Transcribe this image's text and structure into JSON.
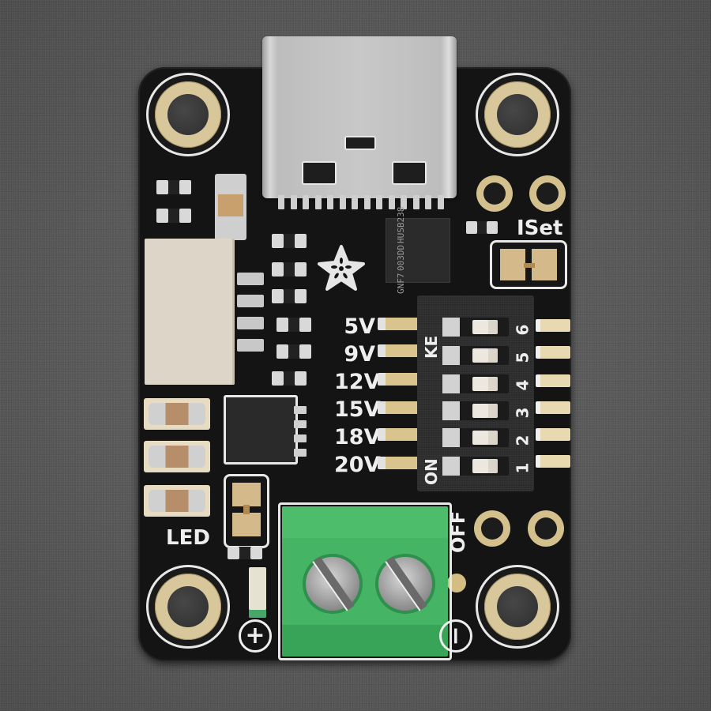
{
  "scene": {
    "subject": "USB-C Power Delivery trigger breakout board on grey textured surface",
    "background_color": "#5e5e5e",
    "pcb_color": "#141414",
    "silkscreen_color": "#eeeeee",
    "gold_color": "#d8c79a",
    "terminal_color": "#45b465"
  },
  "labels": {
    "voltages": [
      "5V",
      "9V",
      "12V",
      "15V",
      "18V",
      "20V"
    ],
    "dip_left_top": "KE",
    "dip_on": "ON",
    "dip_numbers": [
      "6",
      "5",
      "4",
      "3",
      "2",
      "1"
    ],
    "iset": "ISet",
    "led": "LED",
    "off": "OFF",
    "plus": "+",
    "minus": "−"
  },
  "chips": {
    "pd_controller": {
      "lines": [
        "HUSB238",
        "003DD",
        "GNF7"
      ]
    }
  },
  "components": {
    "usb_connector": "USB-C receptacle",
    "dip_switch_positions": 6,
    "terminal_block_positions": 2,
    "mounting_holes": 4,
    "jst_connector_pins": 4
  }
}
